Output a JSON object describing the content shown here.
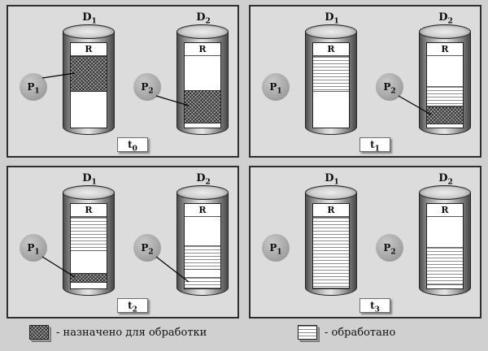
{
  "legend": {
    "items": [
      {
        "pattern": "assigned",
        "label": "- назначено для обработки"
      },
      {
        "pattern": "processed",
        "label": "- обработано"
      }
    ]
  },
  "patterns": {
    "assigned_bg": "#a0a0a0",
    "assigned_lines": "#1a1a1a",
    "processed_bg": "#ffffff",
    "processed_lines": "#8e8e8e"
  },
  "panels": [
    {
      "time": {
        "base": "t",
        "sub": "0"
      },
      "disks": [
        {
          "label": {
            "base": "D",
            "sub": "1"
          },
          "region_label": "R",
          "process": {
            "base": "P",
            "sub": "1"
          },
          "pointer_segment": 0,
          "segments": [
            {
              "type": "assigned",
              "pct": 50
            },
            {
              "type": "empty",
              "pct": 50
            }
          ]
        },
        {
          "label": {
            "base": "D",
            "sub": "2"
          },
          "region_label": "R",
          "process": {
            "base": "P",
            "sub": "2"
          },
          "pointer_segment": 1,
          "segments": [
            {
              "type": "empty",
              "pct": 48
            },
            {
              "type": "assigned",
              "pct": 46
            },
            {
              "type": "empty",
              "pct": 6
            }
          ]
        }
      ]
    },
    {
      "time": {
        "base": "t",
        "sub": "1"
      },
      "disks": [
        {
          "label": {
            "base": "D",
            "sub": "1"
          },
          "region_label": "R",
          "process": {
            "base": "P",
            "sub": "1"
          },
          "pointer_segment": null,
          "segments": [
            {
              "type": "processed",
              "pct": 50
            },
            {
              "type": "empty",
              "pct": 50
            }
          ]
        },
        {
          "label": {
            "base": "D",
            "sub": "2"
          },
          "region_label": "R",
          "process": {
            "base": "P",
            "sub": "2"
          },
          "pointer_segment": 2,
          "segments": [
            {
              "type": "empty",
              "pct": 42
            },
            {
              "type": "processed",
              "pct": 28
            },
            {
              "type": "assigned",
              "pct": 26
            },
            {
              "type": "empty",
              "pct": 4
            }
          ]
        }
      ]
    },
    {
      "time": {
        "base": "t",
        "sub": "2"
      },
      "disks": [
        {
          "label": {
            "base": "D",
            "sub": "1"
          },
          "region_label": "R",
          "process": {
            "base": "P",
            "sub": "1"
          },
          "pointer_segment": 2,
          "segments": [
            {
              "type": "processed",
              "pct": 48
            },
            {
              "type": "empty",
              "pct": 30
            },
            {
              "type": "assigned",
              "pct": 14
            },
            {
              "type": "empty",
              "pct": 8
            }
          ]
        },
        {
          "label": {
            "base": "D",
            "sub": "2"
          },
          "region_label": "R",
          "process": {
            "base": "P",
            "sub": "2"
          },
          "pointer_segment": 3,
          "segments": [
            {
              "type": "empty",
              "pct": 40
            },
            {
              "type": "processed",
              "pct": 34
            },
            {
              "type": "empty",
              "pct": 10
            },
            {
              "type": "processed",
              "pct": 16
            }
          ]
        }
      ]
    },
    {
      "time": {
        "base": "t",
        "sub": "3"
      },
      "disks": [
        {
          "label": {
            "base": "D",
            "sub": "1"
          },
          "region_label": "R",
          "process": {
            "base": "P",
            "sub": "1"
          },
          "pointer_segment": null,
          "segments": [
            {
              "type": "processed",
              "pct": 100
            }
          ]
        },
        {
          "label": {
            "base": "D",
            "sub": "2"
          },
          "region_label": "R",
          "process": {
            "base": "P",
            "sub": "2"
          },
          "pointer_segment": null,
          "segments": [
            {
              "type": "empty",
              "pct": 42
            },
            {
              "type": "processed",
              "pct": 54
            },
            {
              "type": "empty",
              "pct": 4
            }
          ]
        }
      ]
    }
  ]
}
